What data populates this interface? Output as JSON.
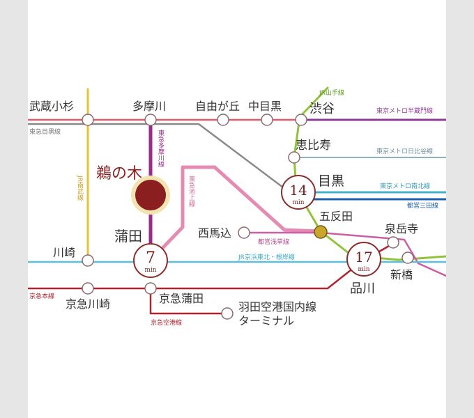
{
  "stations": {
    "musashi_kosugi": "武蔵小杉",
    "tamagawa": "多摩川",
    "jiyugaoka": "自由が丘",
    "nakameguro": "中目黒",
    "shibuya": "渋谷",
    "ebisu": "恵比寿",
    "meguro": "目黒",
    "unoki": "鵜の木",
    "kamata": "蒲田",
    "gotanda": "五反田",
    "sengakuji": "泉岳寺",
    "nishimagome": "西馬込",
    "kawasaki": "川崎",
    "shinagawa": "品川",
    "shimbashi": "新橋",
    "keikyu_kawasaki": "京急川崎",
    "keikyu_kamata": "京急蒲田",
    "haneda_line1": "羽田空港国内線",
    "haneda_line2": "ターミナル"
  },
  "lines": {
    "toyoko": "東急目黒線",
    "tamagawa": "東急多摩川線",
    "ikegami": "東急池上線",
    "nambu": "JR南武線",
    "yamanote": "JR山手線",
    "hanzomon": "東京メトロ半蔵門線",
    "hibiya": "東京メトロ日比谷線",
    "namboku": "東京メトロ南北線",
    "mita": "都営三田線",
    "asakusa": "都営浅草線",
    "keihin_tohoku": "JR京浜東北・根岸線",
    "keikyu_main": "京急本線",
    "keikyu_airport": "京急空港線"
  },
  "travel_times": {
    "kamata_minutes": "7",
    "meguro_minutes": "14",
    "shinagawa_minutes": "17",
    "unit": "min"
  },
  "colors": {
    "red_line": "#e05a6a",
    "gray_line": "#8a8a8a",
    "purple_line": "#9c2a8a",
    "pink_line": "#e58ab0",
    "yellow_line": "#e8c23a",
    "green_line": "#8fc43a",
    "halfmoon_purple": "#8e3b96",
    "teal_line": "#43b0c9",
    "blue_line": "#1c6fb8",
    "navy_line": "#1f5fa8",
    "magenta_line": "#cc5ea8",
    "lightblue_line": "#5cc0dc",
    "dark_red_line": "#b0232f",
    "highlight_station": "#8b1e1e",
    "gold_station": "#c9a52a",
    "time_ring": "#8b2b2b"
  }
}
